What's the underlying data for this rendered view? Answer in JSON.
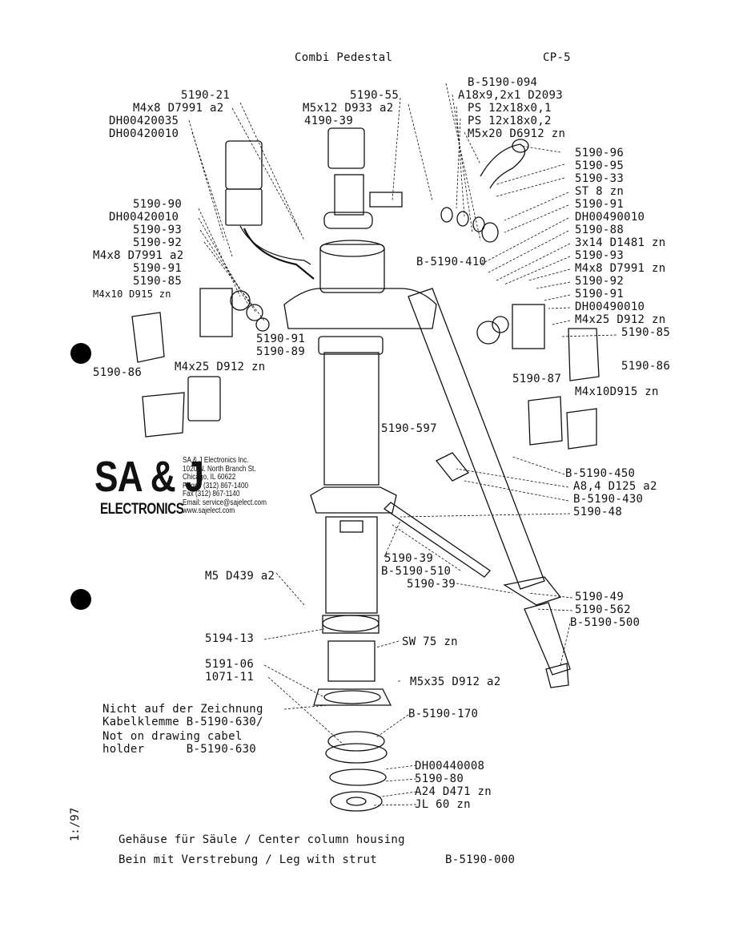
{
  "header": {
    "title": "Combi Pedestal",
    "page": "CP-5"
  },
  "labels_left": [
    "5190-21",
    "M4x8 D7991 a2",
    "DH00420035",
    "DH00420010",
    "5190-90",
    "DH00420010",
    "5190-93",
    "5190-92",
    "M4x8 D7991 a2",
    "5190-91",
    "5190-85",
    "M4x10 D915 zn",
    "5190-91",
    "5190-89",
    "5190-86",
    "M4x25 D912 zn"
  ],
  "labels_top_center": [
    "5190-55",
    "M5x12 D933 a2",
    "4190-39"
  ],
  "labels_right": [
    "B-5190-094",
    "A18x9,2x1 D2093",
    "PS 12x18x0,1",
    "PS 12x18x0,2",
    "M5x20 D6912 zn",
    "5190-96",
    "5190-95",
    "5190-33",
    "ST 8 zn",
    "5190-91",
    "DH00490010",
    "5190-88",
    "3x14 D1481 zn",
    "5190-93",
    "M4x8 D7991 zn",
    "5190-92",
    "5190-91",
    "DH00490010",
    "M4x25 D912 zn",
    "5190-85",
    "5190-86",
    "5190-87",
    "M4x10D915 zn"
  ],
  "labels_mid": [
    "B-5190-410",
    "5190-597"
  ],
  "labels_leg": [
    "B-5190-450",
    "A8,4 D125 a2",
    "B-5190-430",
    "5190-48",
    "5190-39",
    "B-5190-510",
    "5190-39",
    "5190-49",
    "5190-562",
    "B-5190-500"
  ],
  "labels_bottom": [
    "M5 D439 a2",
    "5194-13",
    "SW 75 zn",
    "5191-06",
    "1071-11",
    "M5x35 D912 a2",
    "B-5190-170",
    "DH00440008",
    "5190-80",
    "A24 D471 zn",
    "JL 60 zn"
  ],
  "note": {
    "line1": "Nicht auf der Zeichnung",
    "line2": "Kabelklemme B-5190-630/",
    "line3": "Not on drawing cabel",
    "line4": "holder      B-5190-630"
  },
  "logo": {
    "mark": "SA & J",
    "sub": "ELECTRONICS",
    "info": "SA & J Electronics Inc.\n1020 N. North Branch St.\nChicago, IL 60622\nPhone (312) 867-1400\nFax (312) 867-1140\nEmail: service@sajelect.com\nwww.sajelect.com"
  },
  "side_date": "1:/97",
  "footer": {
    "line1": "Gehäuse für Säule / Center column housing",
    "line2": "Bein mit Verstrebung / Leg with strut",
    "line2_code": "B-5190-000"
  }
}
